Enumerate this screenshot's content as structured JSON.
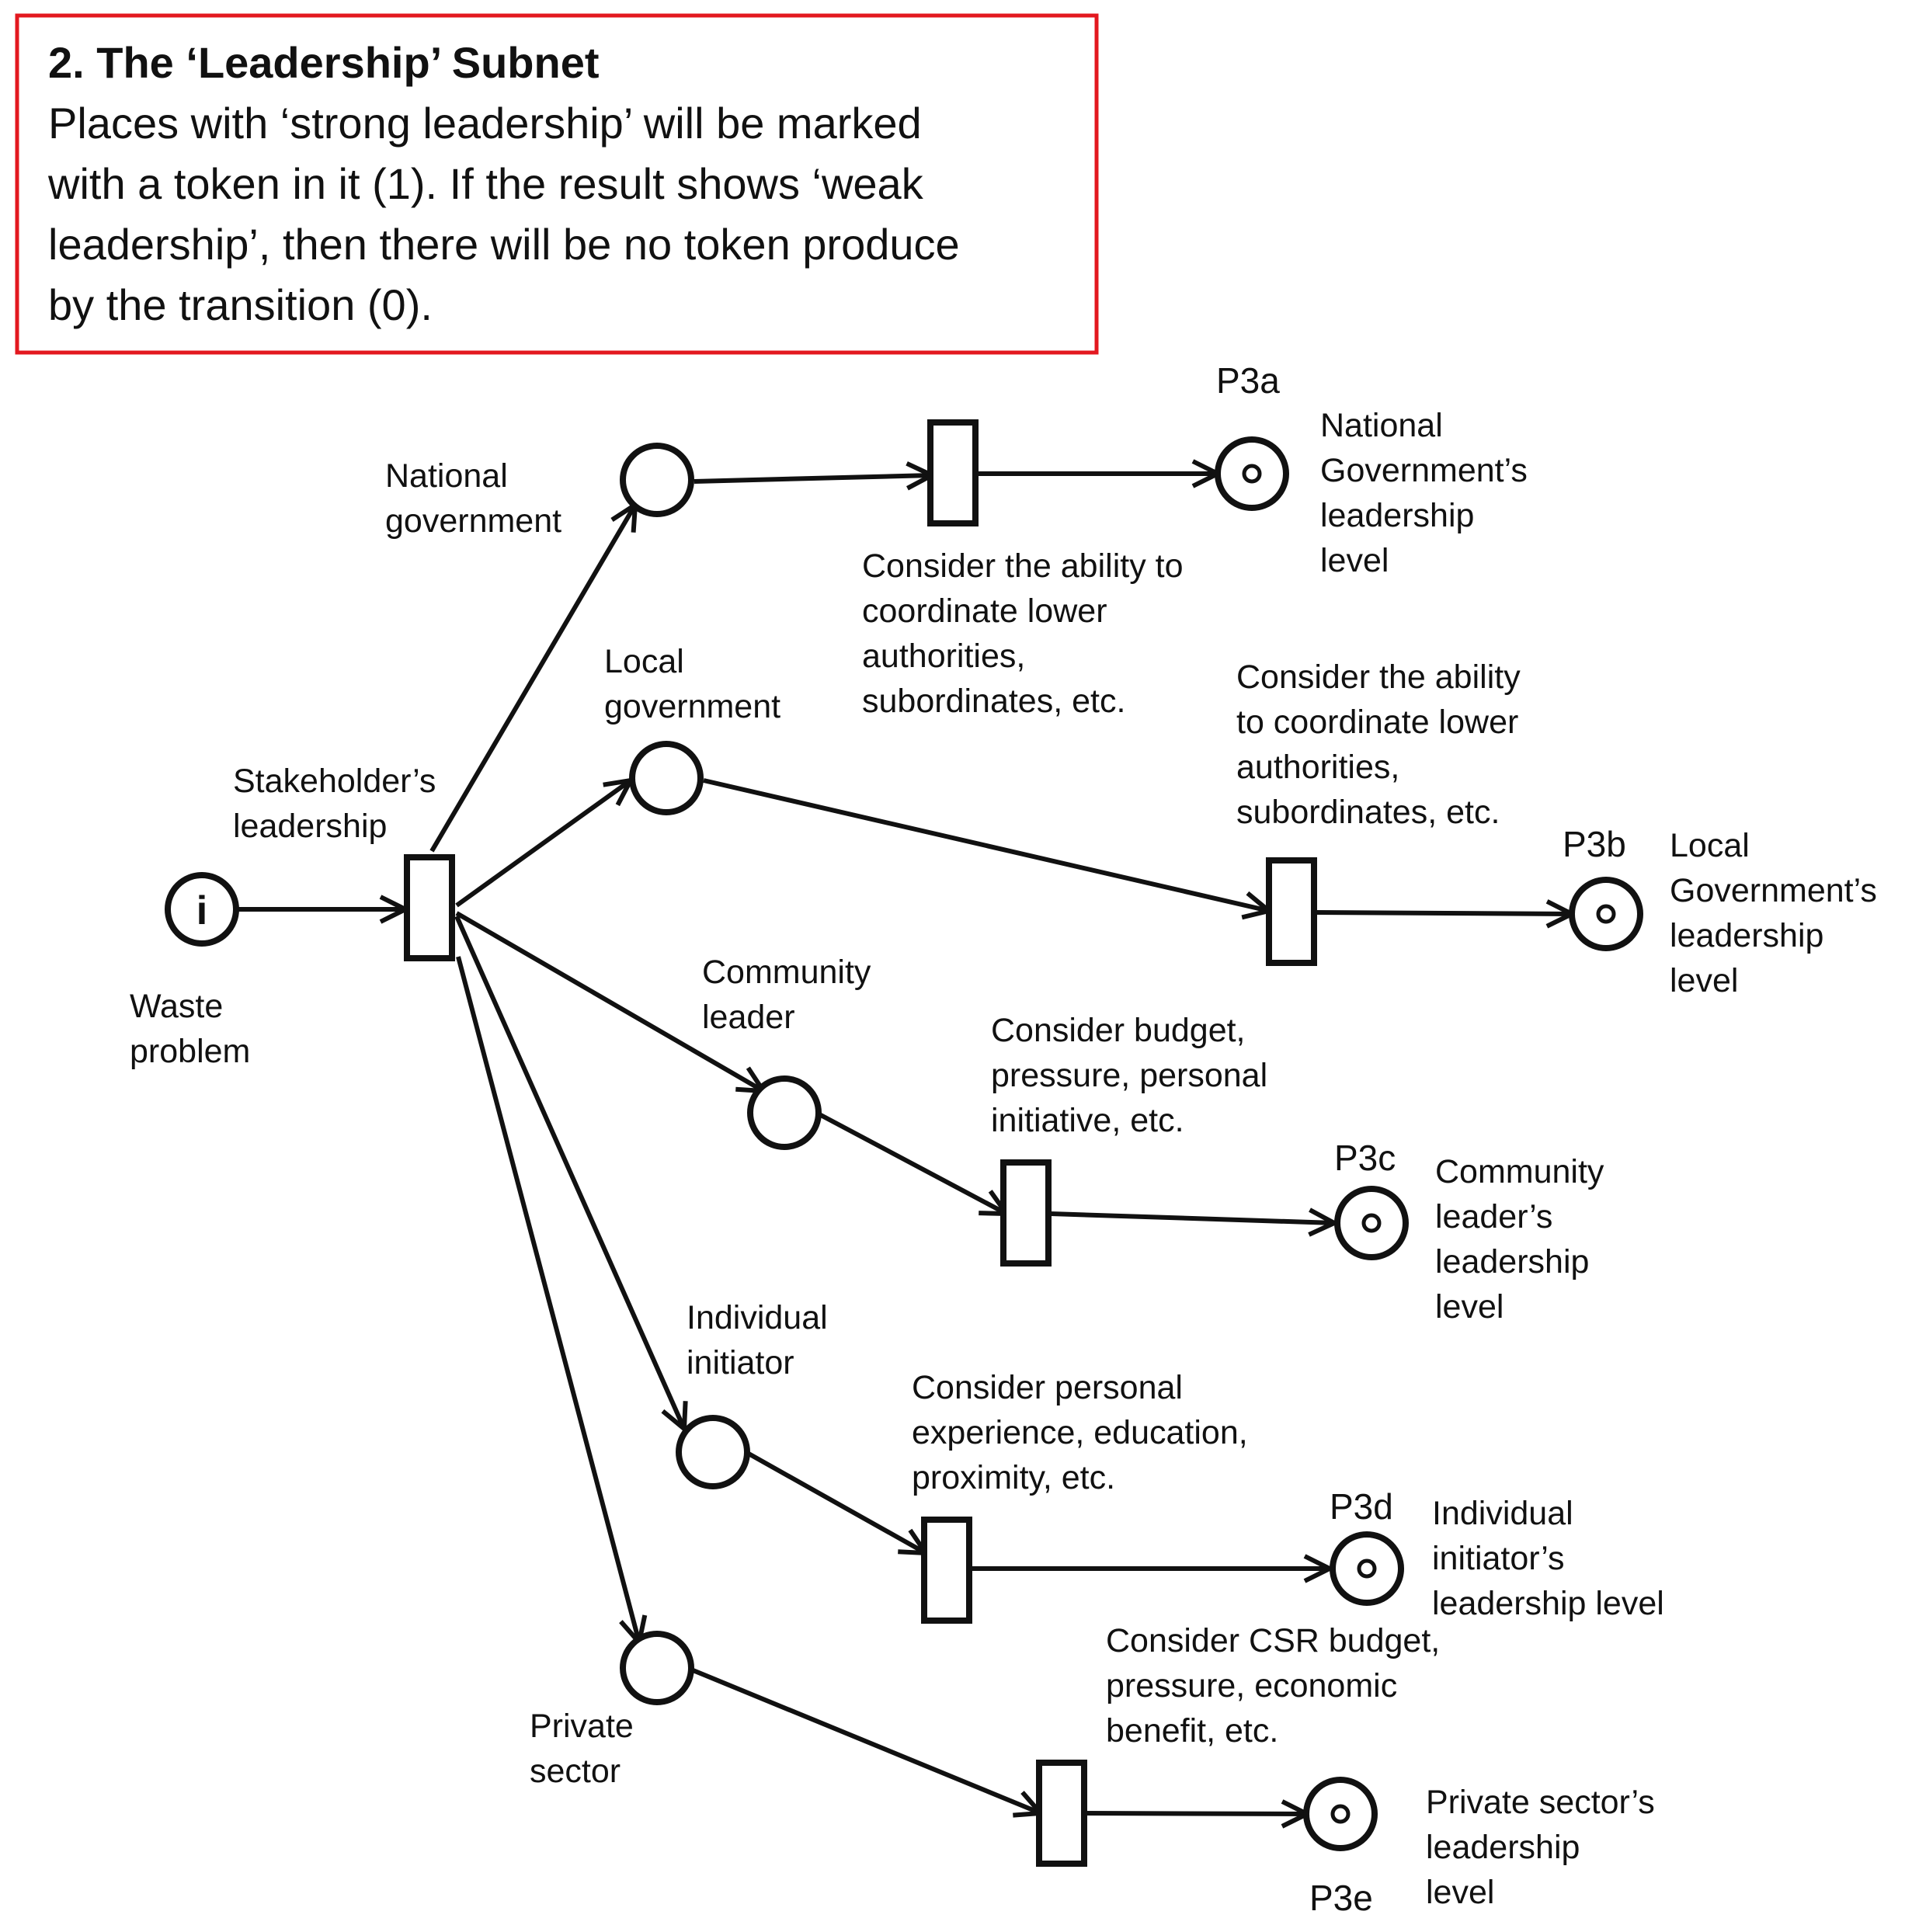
{
  "title_box": {
    "title": "2. The ‘Leadership’ Subnet",
    "body_lines": [
      "Places with ‘strong leadership’ will be marked",
      "with a token  in it (1). If the result shows ‘weak",
      "leadership’, then there will be no token  produce",
      "by the transition (0)."
    ],
    "border_color": "#e3181f"
  },
  "start": {
    "symbol": "i",
    "label_lines": [
      "Waste",
      "problem"
    ]
  },
  "split": {
    "label_lines": [
      "Stakeholder’s",
      "leadership"
    ]
  },
  "branches": [
    {
      "label_lines": [
        "National",
        "government"
      ],
      "consider_lines": [
        "Consider the ability to",
        "coordinate lower",
        "authorities,",
        "subordinates, etc."
      ],
      "place_id": "P3a",
      "output_lines": [
        "National",
        "Government’s",
        "leadership",
        "level"
      ]
    },
    {
      "label_lines": [
        "Local",
        "government"
      ],
      "consider_lines": [
        "Consider the ability",
        "to coordinate lower",
        "authorities,",
        "subordinates, etc."
      ],
      "place_id": "P3b",
      "output_lines": [
        "Local",
        "Government’s",
        "leadership",
        "level"
      ]
    },
    {
      "label_lines": [
        "Community",
        "leader"
      ],
      "consider_lines": [
        "Consider budget,",
        "pressure, personal",
        "initiative,  etc."
      ],
      "place_id": "P3c",
      "output_lines": [
        "Community",
        "leader’s",
        "leadership",
        "level"
      ]
    },
    {
      "label_lines": [
        "Individual",
        "initiator"
      ],
      "consider_lines": [
        "Consider personal",
        "experience, education,",
        "proximity, etc."
      ],
      "place_id": "P3d",
      "output_lines": [
        "Individual",
        "initiator’s",
        "leadership level"
      ]
    },
    {
      "label_lines": [
        "Private",
        "sector"
      ],
      "consider_lines": [
        "Consider CSR budget,",
        "pressure, economic",
        "benefit,  etc."
      ],
      "place_id": "P3e",
      "output_lines": [
        "Private sector’s",
        "leadership",
        "level"
      ]
    }
  ]
}
